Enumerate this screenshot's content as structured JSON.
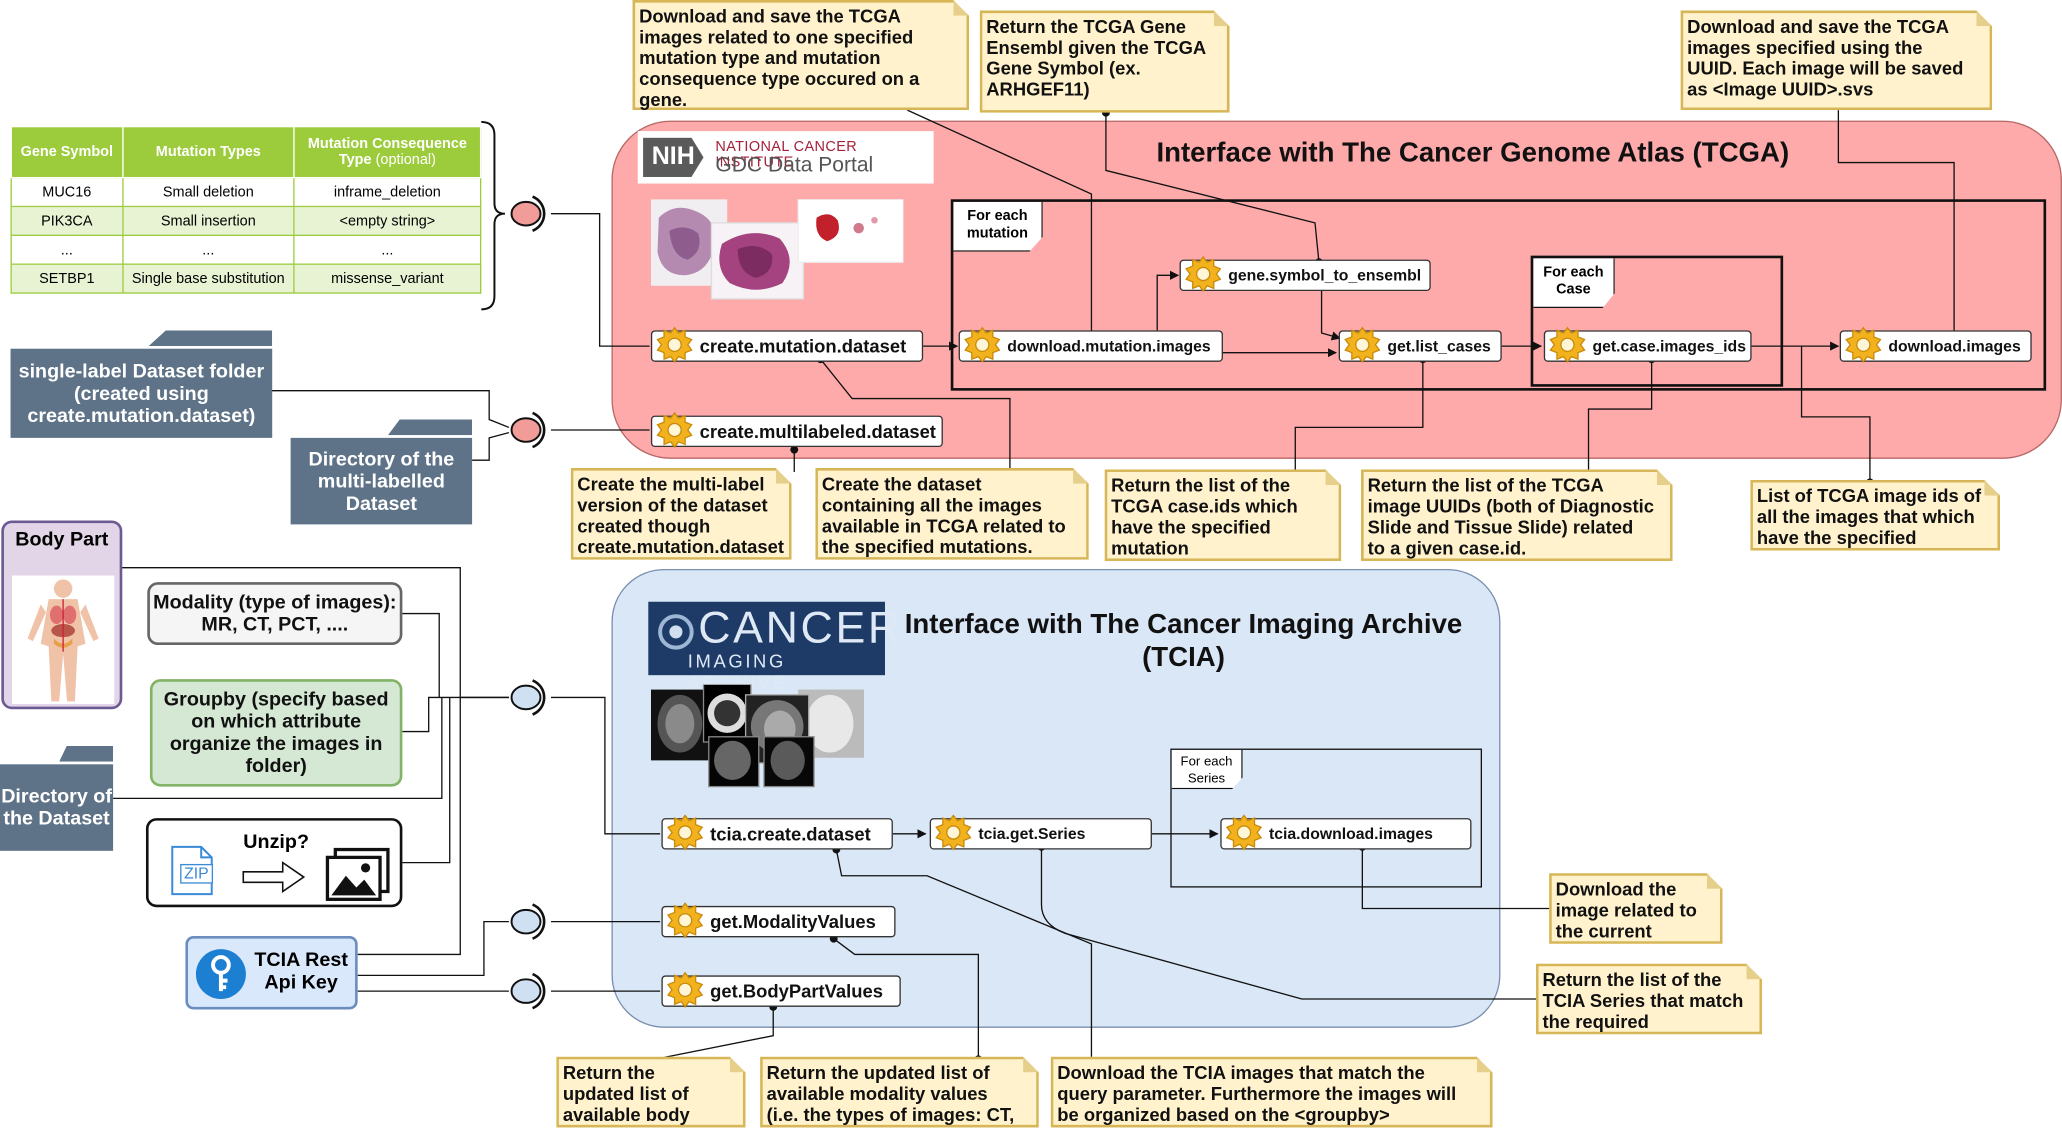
{
  "tcga": {
    "title": "Interface with The Cancer Genome Atlas (TCGA)",
    "logo": {
      "nih": "NIH",
      "line1": "NATIONAL CANCER INSTITUTE",
      "line2": "GDC Data Portal"
    },
    "loops": {
      "mutation": "For each mutation",
      "case": "For each Case"
    },
    "functions": {
      "create_mutation_dataset": "create.mutation.dataset",
      "create_multilabeled_dataset": "create.multilabeled.dataset",
      "download_mutation_images": "download.mutation.images",
      "gene_symbol_to_ensembl": "gene.symbol_to_ensembl",
      "get_list_cases": "get.list_cases",
      "get_case_images_ids": "get.case.images_ids",
      "download_images": "download.images"
    },
    "notes": {
      "download_mutation_images": "Download and save the TCGA images related to one specified mutation type and mutation consequence type occured on a gene.",
      "gene_symbol": "Return the TCGA Gene Ensembl given the TCGA Gene Symbol (ex. ARHGEF11)",
      "download_images": "Download and save the TCGA images specified using the UUID. Each image will be saved as <Image UUID>.svs",
      "multilabeled": "Create the multi-label version of the dataset created though create.mutation.dataset",
      "create_dataset": "Create the dataset containing  all the images available in TCGA related to the specified mutations.",
      "list_cases": "Return the list of the TCGA case.ids which have the specified mutation",
      "image_uuids": "Return the list of the TCGA image UUIDs (both of Diagnostic Slide and Tissue Slide) related to a given case.id.",
      "image_ids_list": "List of TCGA image ids of all the images that which have the specified mutation"
    }
  },
  "mutation_table": {
    "headers": [
      "Gene Symbol",
      "Mutation Types",
      "Mutation Consequence Type"
    ],
    "header_optional": "(optional)",
    "rows": [
      [
        "MUC16",
        "Small deletion",
        "inframe_deletion"
      ],
      [
        "PIK3CA",
        "Small insertion",
        "<empty string>"
      ],
      [
        "...",
        "...",
        "..."
      ],
      [
        "SETBP1",
        "Single base substitution",
        "missense_variant"
      ]
    ]
  },
  "inputs": {
    "single_label_folder": "single-label Dataset folder (created using create.mutation.dataset)",
    "multilabel_directory": "Directory of the multi-labelled Dataset",
    "body_part": "Body Part",
    "modality": "Modality (type of images): MR, CT, PCT, ....",
    "groupby": "Groupby (specify based on which attribute organize the images in folder)",
    "dataset_directory": "Directory of the Dataset",
    "unzip": "Unzip?",
    "zip": "ZIP",
    "api_key": "TCIA Rest Api Key"
  },
  "tcia": {
    "title": "Interface with The Cancer Imaging Archive (TCIA)",
    "logo": {
      "line1": "CANCER",
      "line2": "IMAGING ARCHIVE"
    },
    "loop": "For each Series",
    "functions": {
      "create_dataset": "tcia.create.dataset",
      "get_series": "tcia.get.Series",
      "download_images": "tcia.download.images",
      "get_modality_values": "get.ModalityValues",
      "get_bodypart_values": "get.BodyPartValues"
    },
    "notes": {
      "download_series": "Download the image related to the current series",
      "series_list": "Return the list of the TCIA Series that match the required parameters",
      "body_parts": "Return the updated list of available body part names",
      "modality_values": "Return the updated list of available modality values (i.e. the types of images: CT, MR, ...)",
      "download_tcia": "Download the TCIA images that match the query parameter. Furthermore the images will be organized based on the <groupby> attributes."
    }
  },
  "colors": {
    "tcga_region": "#ffaaaa",
    "tcia_region": "#d9e7f7",
    "note_fill": "#fff2cc",
    "note_border": "#d6b656",
    "folder": "#5f7388",
    "table_header": "#9ccc3c",
    "groupby_fill": "#d5e8d4",
    "groupby_border": "#82b366",
    "api_key_fill": "#dae8fc",
    "api_key_border": "#6c8ebf"
  },
  "icons": [
    "gear-icon",
    "zip-file-icon",
    "arrow-right-icon",
    "images-icon",
    "key-icon",
    "lollipop-interface-icon",
    "body-anatomy-icon"
  ]
}
